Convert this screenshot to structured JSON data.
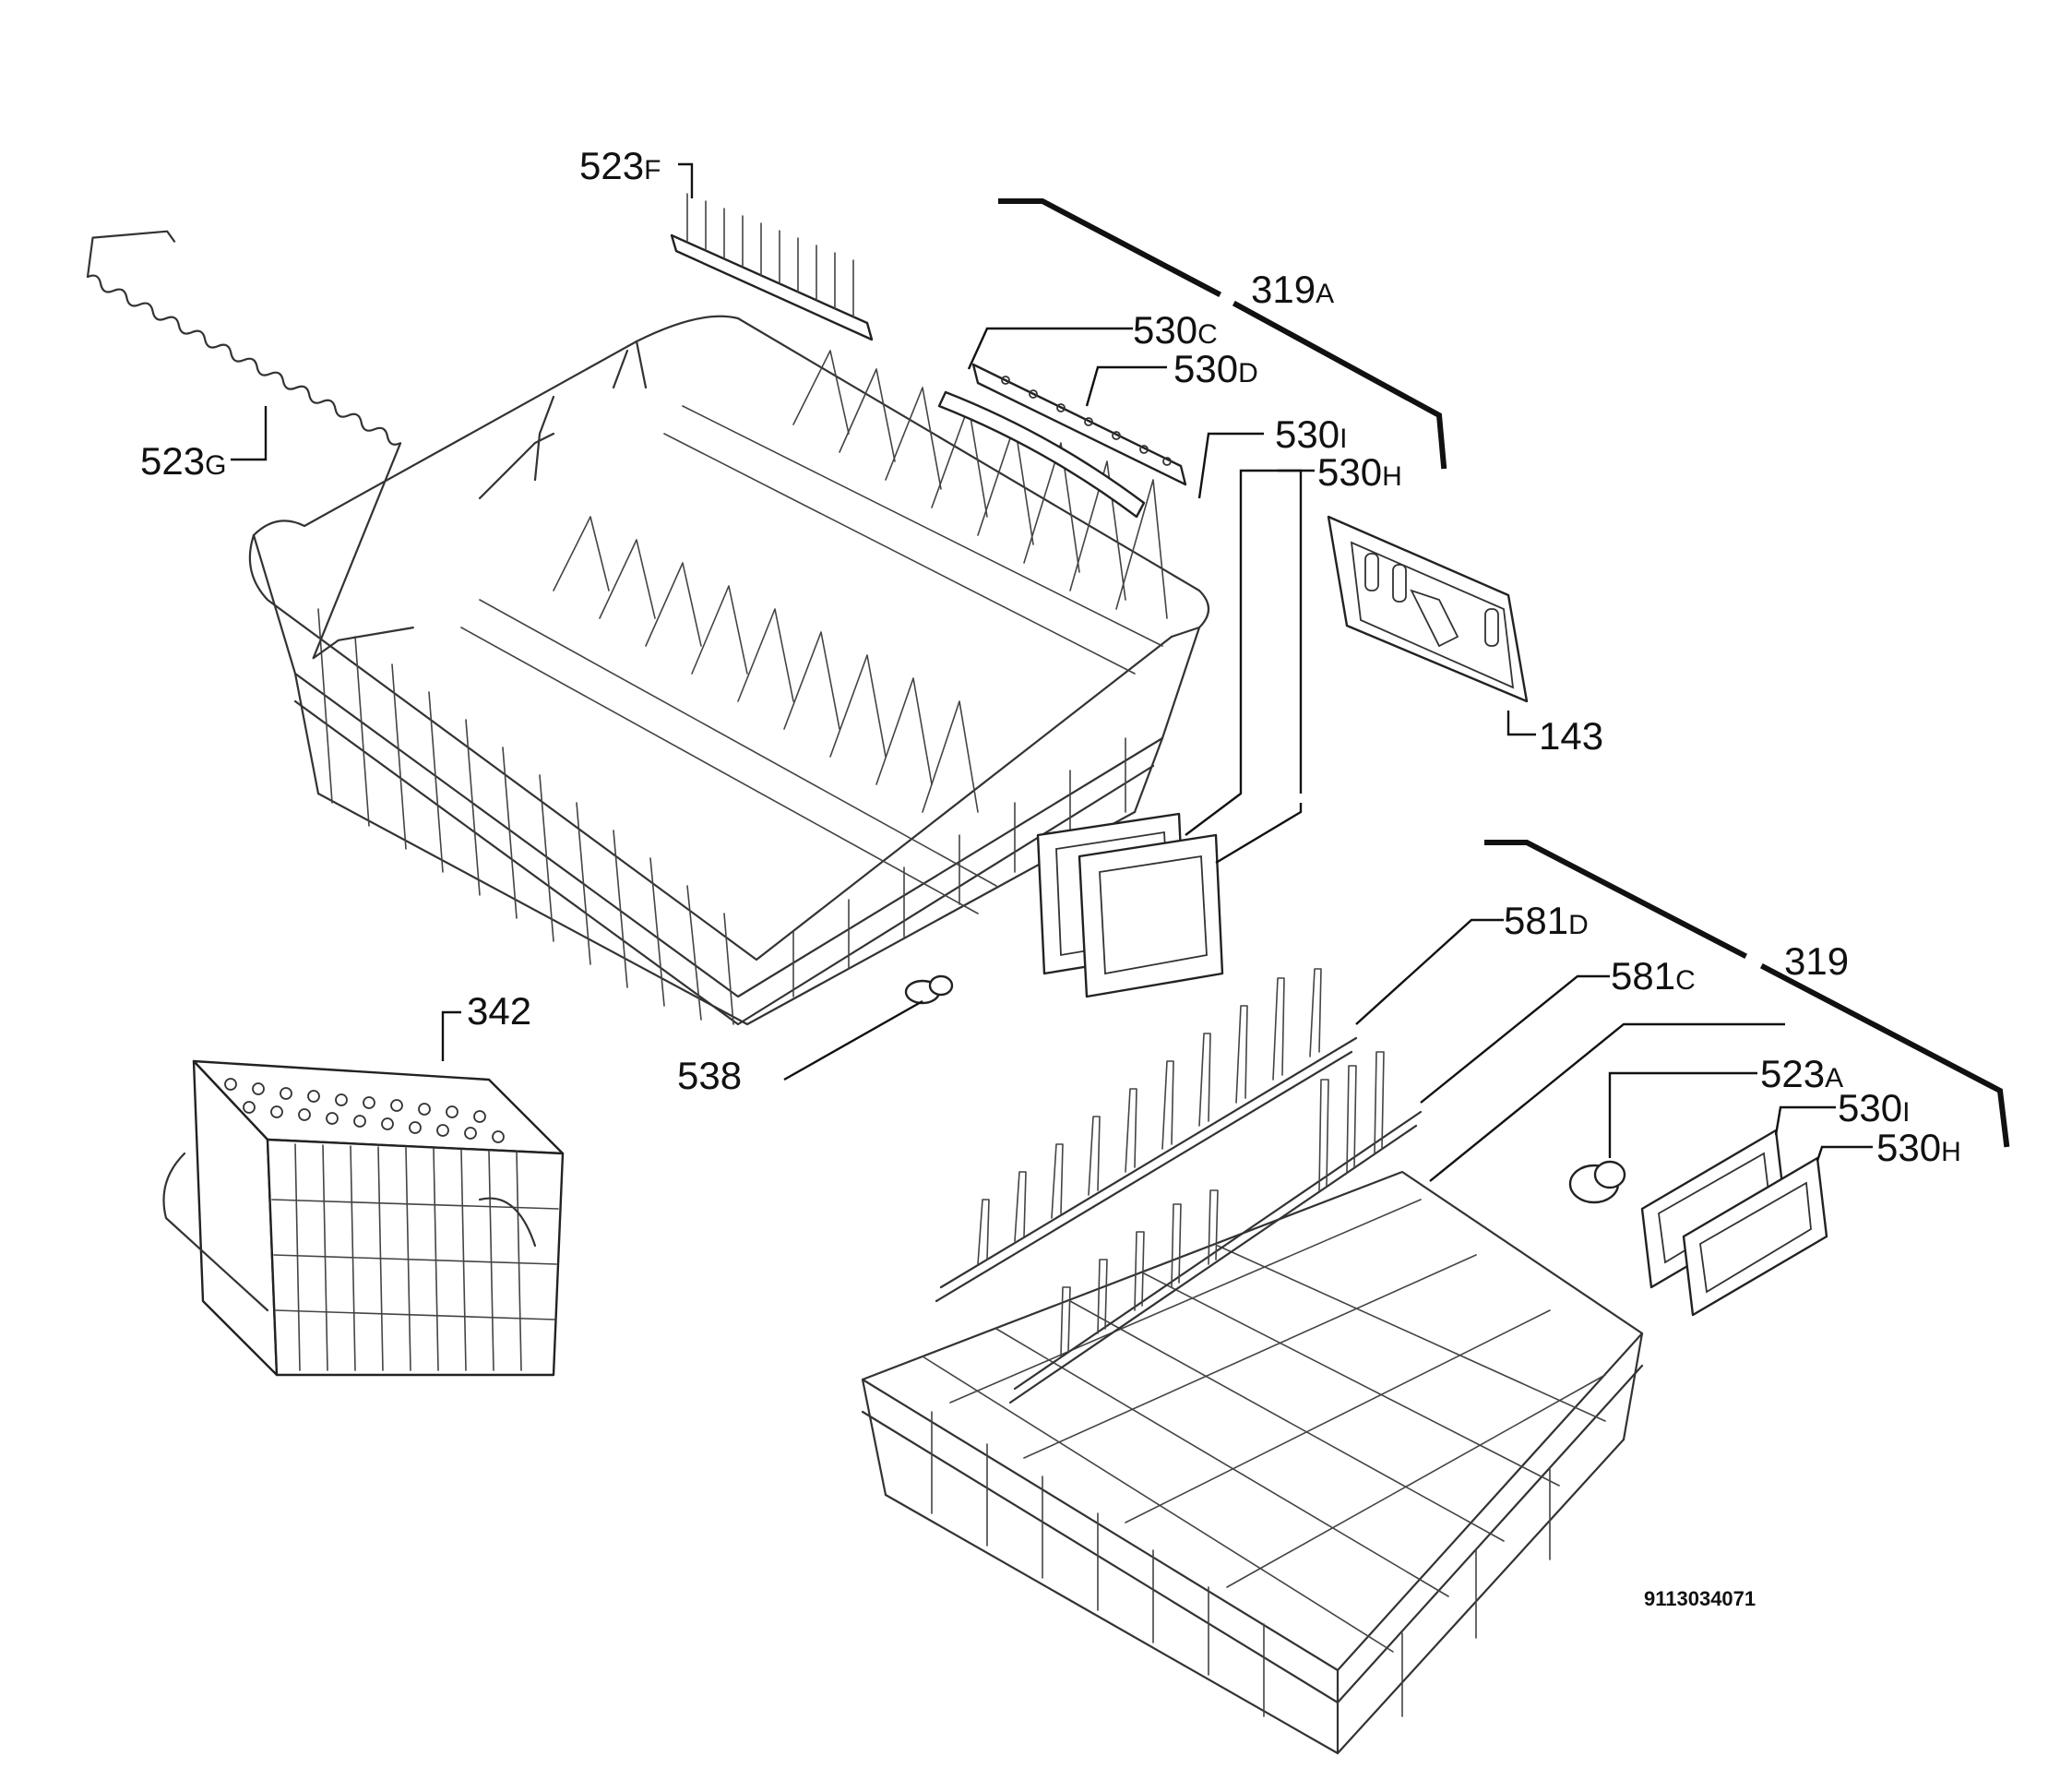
{
  "diagram": {
    "id": "9113034071",
    "labels": [
      {
        "key": "523F",
        "num": "523",
        "suffix": "F"
      },
      {
        "key": "523G",
        "num": "523",
        "suffix": "G"
      },
      {
        "key": "319A",
        "num": "319",
        "suffix": "A"
      },
      {
        "key": "530C",
        "num": "530",
        "suffix": "C"
      },
      {
        "key": "530D",
        "num": "530",
        "suffix": "D"
      },
      {
        "key": "530I_top",
        "num": "530",
        "suffix": "I"
      },
      {
        "key": "530H_top",
        "num": "530",
        "suffix": "H"
      },
      {
        "key": "143",
        "num": "143",
        "suffix": ""
      },
      {
        "key": "342",
        "num": "342",
        "suffix": ""
      },
      {
        "key": "538",
        "num": "538",
        "suffix": ""
      },
      {
        "key": "581D",
        "num": "581",
        "suffix": "D"
      },
      {
        "key": "581C",
        "num": "581",
        "suffix": "C"
      },
      {
        "key": "319",
        "num": "319",
        "suffix": ""
      },
      {
        "key": "523A",
        "num": "523",
        "suffix": "A"
      },
      {
        "key": "530I_bottom",
        "num": "530",
        "suffix": "I"
      },
      {
        "key": "530H_bottom",
        "num": "530",
        "suffix": "H"
      }
    ]
  }
}
